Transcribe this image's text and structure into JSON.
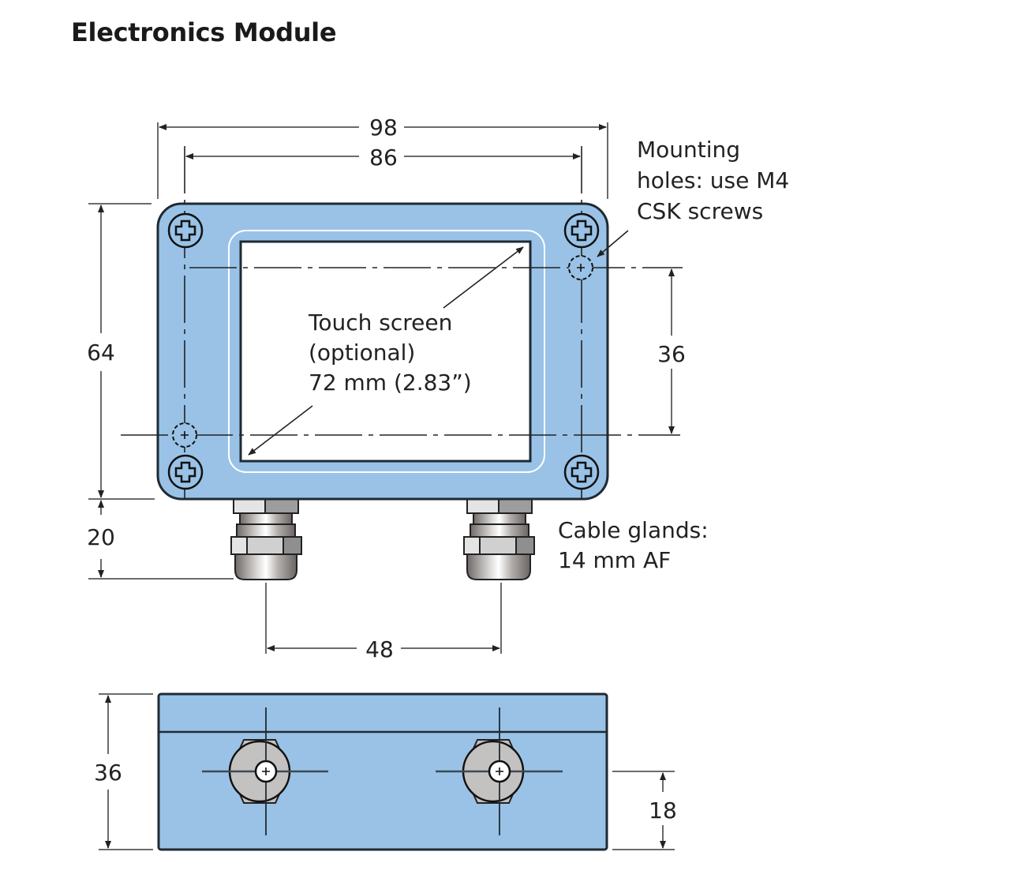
{
  "title": "Electronics Module",
  "colors": {
    "enclosure_fill": "#99c2e6",
    "enclosure_stroke": "#1f2a33",
    "screen_fill": "#ffffff",
    "gland_metal": "#9a9593",
    "nut_light": "#e4e4e4",
    "nut_dark": "#9d9d9d",
    "dimension_line": "#6b6b6b"
  },
  "front_view": {
    "dimensions": {
      "overall_width": "98",
      "hole_spacing_width": "86",
      "enclosure_height": "64",
      "gland_height": "20",
      "mounting_hole_spacing_height": "36",
      "gland_spacing": "48"
    },
    "notes": {
      "mounting_holes": [
        "Mounting",
        "holes: use M4",
        "CSK screws"
      ],
      "touch_screen": [
        "Touch screen",
        "(optional)",
        "72 mm (2.83”)"
      ],
      "cable_glands": [
        "Cable glands:",
        "14 mm AF"
      ]
    }
  },
  "side_view": {
    "dimensions": {
      "enclosure_depth": "36",
      "gland_center_height": "18"
    }
  }
}
